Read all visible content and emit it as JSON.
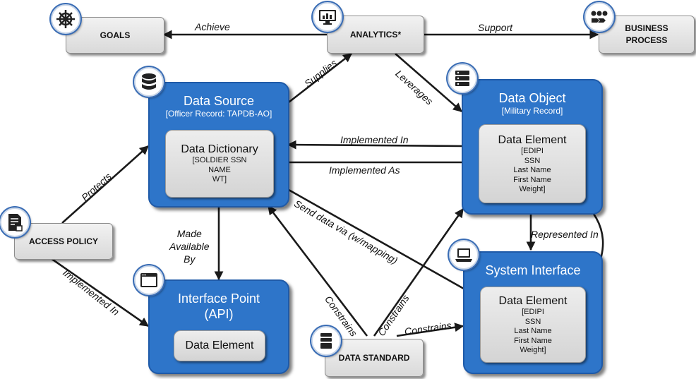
{
  "nodes": {
    "goals": {
      "label": "GOALS"
    },
    "analytics": {
      "label": "ANALYTICS*"
    },
    "business_process": {
      "line1": "BUSINESS",
      "line2": "PROCESS"
    },
    "access_policy": {
      "label": "ACCESS POLICY"
    },
    "data_standard": {
      "label": "DATA STANDARD"
    },
    "data_source": {
      "title": "Data Source",
      "subtitle": "[Officer Record: TAPDB-AO]",
      "inner_title": "Data Dictionary",
      "inner_lines": [
        "[SOLDIER SSN",
        "NAME",
        "WT]"
      ]
    },
    "data_object": {
      "title": "Data Object",
      "subtitle": "[Military Record]",
      "inner_title": "Data Element",
      "inner_lines": [
        "[EDIPI",
        "SSN",
        "Last Name",
        "First Name",
        "Weight]"
      ]
    },
    "interface_point": {
      "title_line1": "Interface Point",
      "title_line2": "(API)",
      "inner_title": "Data Element"
    },
    "system_interface": {
      "title": "System Interface",
      "inner_title": "Data Element",
      "inner_lines": [
        "[EDIPI",
        "SSN",
        "Last Name",
        "First Name",
        "Weight]"
      ]
    }
  },
  "edges": {
    "achieve": "Achieve",
    "support": "Support",
    "supplies": "Supplies",
    "leverages": "Leverages",
    "implemented_in_top": "Implemented In",
    "implemented_as": "Implemented As",
    "protects": "Protects",
    "made_available_by": [
      "Made",
      "Available",
      "By"
    ],
    "send_data_via": "Send data via (w/mapping)",
    "represented_in": "Represented In",
    "implemented_in_left": "Implemented In",
    "constrains_left": "Constrains",
    "constrains_mid": "Constrains",
    "constrains_right": "Constrains"
  },
  "icons": {
    "goals": "ship-wheel-icon",
    "analytics": "monitor-chart-icon",
    "business_process": "process-dots-icon",
    "data_source": "database-icon",
    "data_object": "server-icon",
    "access_policy": "document-lock-icon",
    "interface_point": "browser-window-icon",
    "system_interface": "laptop-icon",
    "data_standard": "file-stack-icon"
  },
  "colors": {
    "blue_box": "#2e75c9",
    "blue_border": "#1f5aa8",
    "arrow": "#1a1a1a"
  }
}
